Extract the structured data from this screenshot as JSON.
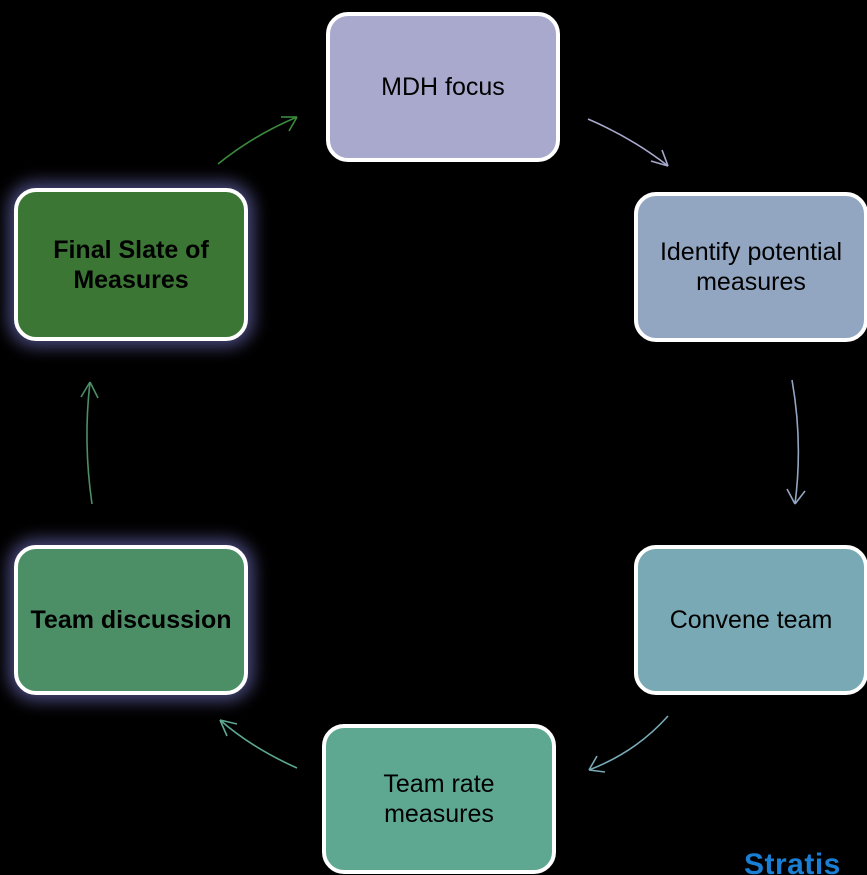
{
  "diagram": {
    "nodes": [
      {
        "id": "mdh",
        "label": "MDH focus",
        "color": "#a9a9cd",
        "bold": false
      },
      {
        "id": "identify",
        "label": "Identify potential measures",
        "color": "#92a6c2",
        "bold": false
      },
      {
        "id": "convene",
        "label": "Convene team",
        "color": "#78a9b4",
        "bold": false
      },
      {
        "id": "rate",
        "label": "Team rate measures",
        "color": "#5ea892",
        "bold": false
      },
      {
        "id": "discussion",
        "label": "Team discussion",
        "color": "#4c8f66",
        "bold": true
      },
      {
        "id": "final",
        "label": "Final Slate of Measures",
        "color": "#3b7634",
        "bold": true
      }
    ],
    "arrow_colors": {
      "mdh_to_identify": "#a9a9cd",
      "identify_to_convene": "#92a6c2",
      "convene_to_rate": "#78a9b4",
      "rate_to_discussion": "#5ea892",
      "discussion_to_final": "#4c8f66",
      "final_to_mdh": "#3b8a3c"
    }
  },
  "logo": {
    "text": "Stratis",
    "color": "#1a7fd4"
  }
}
